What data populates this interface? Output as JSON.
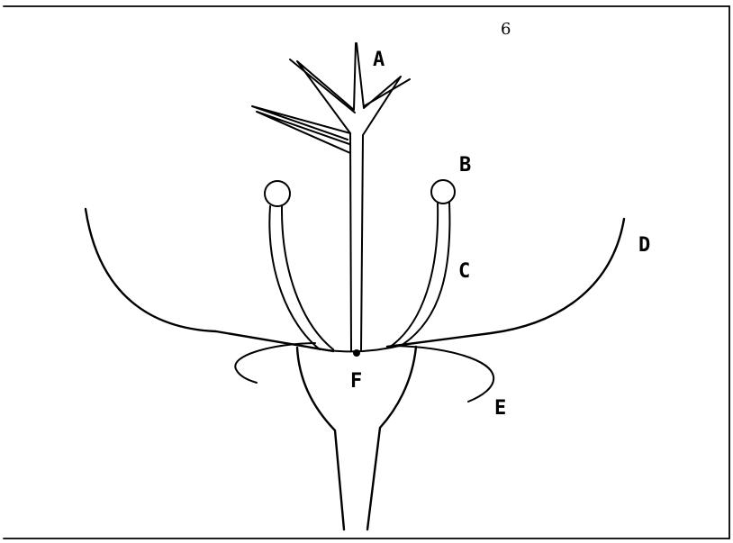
{
  "diagram": {
    "labels": {
      "a": "A",
      "b": "B",
      "c": "C",
      "d": "D",
      "e": "E",
      "f": "F"
    },
    "corner_mark": "6"
  },
  "colors": {
    "background": "#ffffff",
    "line": "#000000"
  }
}
